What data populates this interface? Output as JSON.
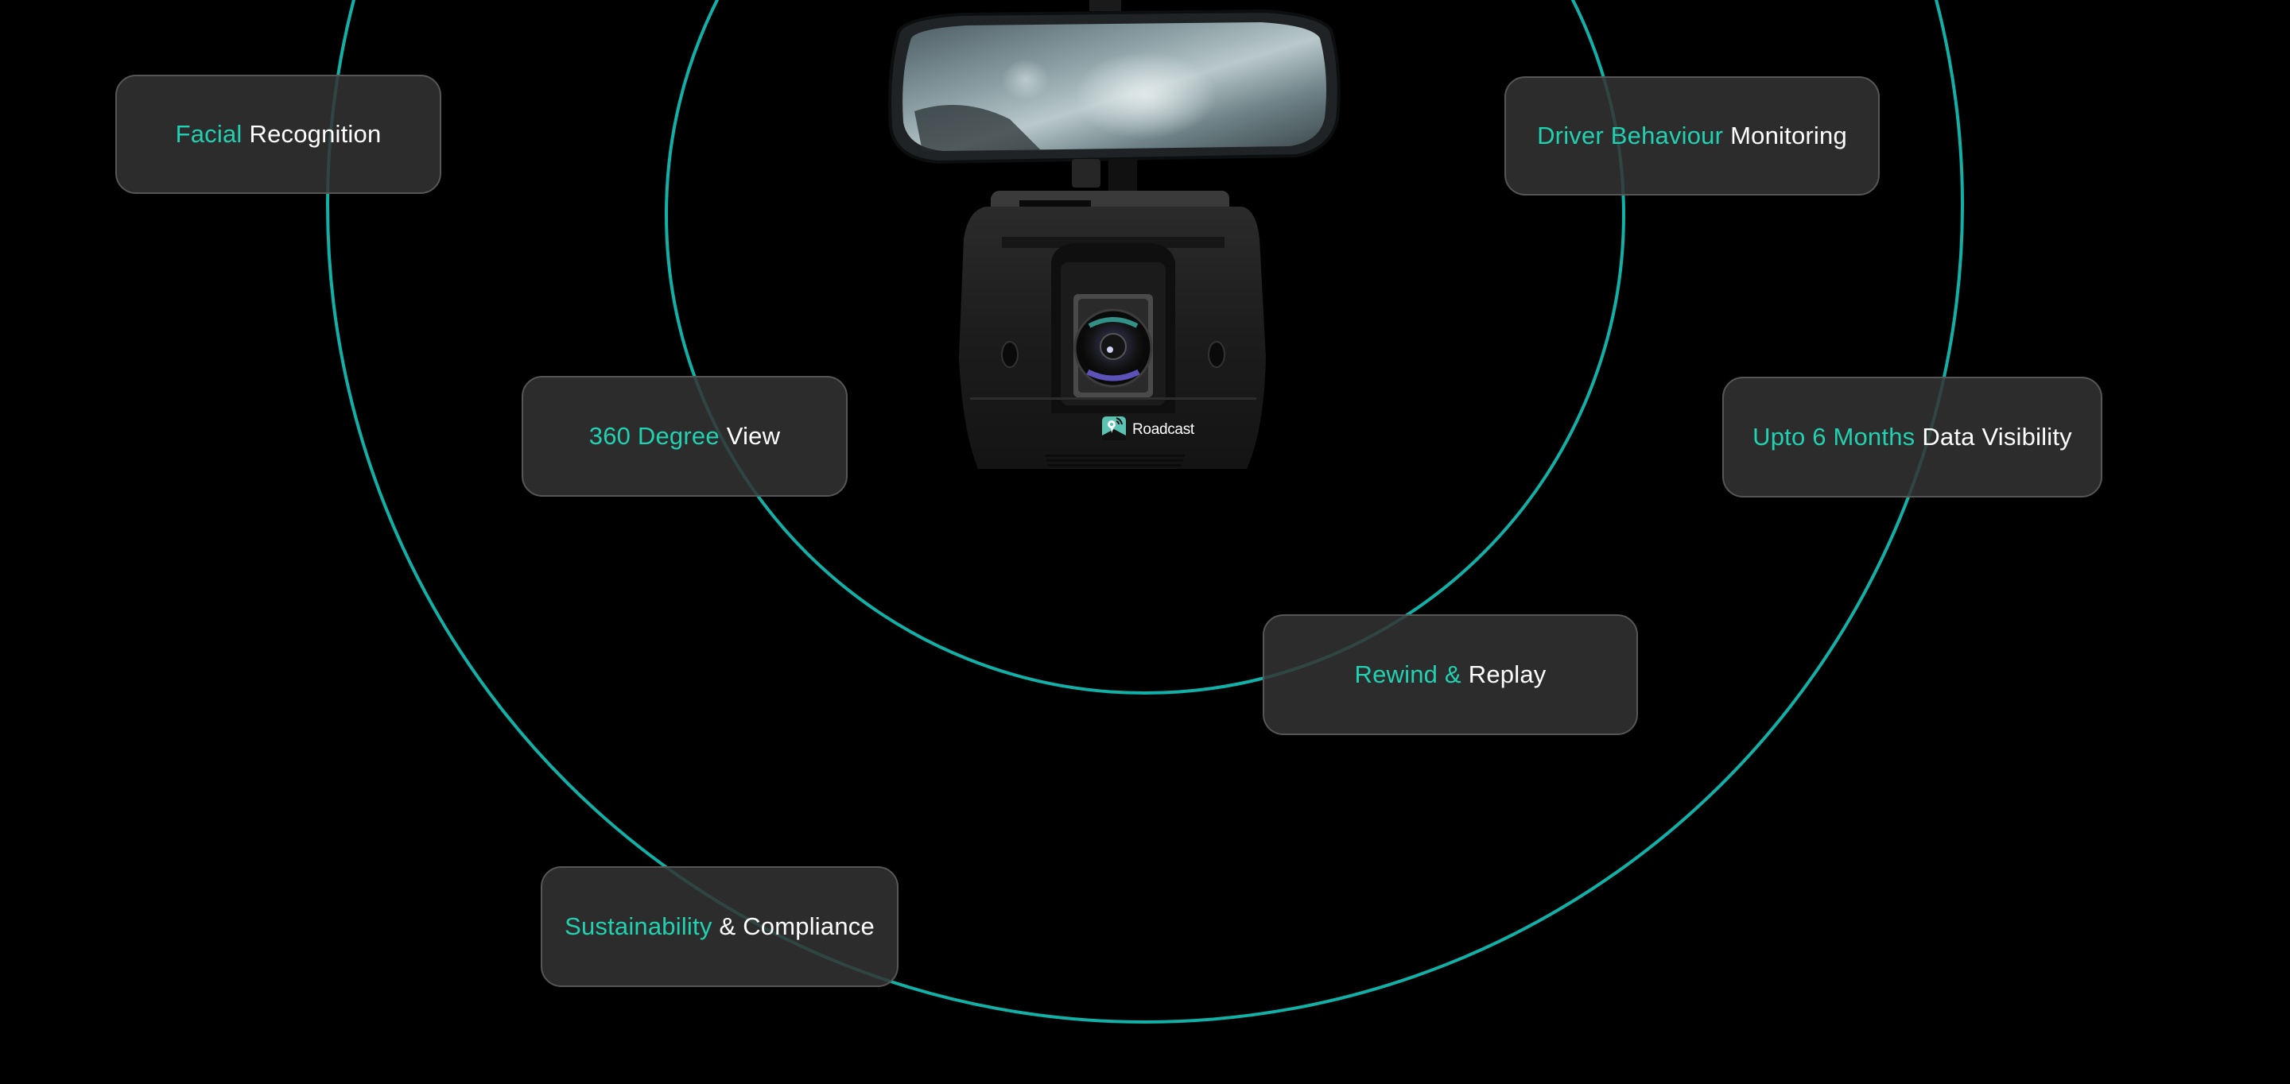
{
  "colors": {
    "background": "#000000",
    "ring": "#12b0a6",
    "accent_text": "#22d1b2",
    "plain_text": "#ffffff",
    "card_fill": "#333333",
    "card_border": "#565656"
  },
  "device": {
    "brand": "Roadcast",
    "icon": "map-pin-signal-icon"
  },
  "features": [
    {
      "accent": "Facial",
      "plain": "Recognition"
    },
    {
      "accent": "Driver Behaviour",
      "plain": "Monitoring"
    },
    {
      "accent": "360 Degree",
      "plain": "View"
    },
    {
      "accent": "Upto 6 Months",
      "plain": "Data Visibility"
    },
    {
      "accent": "Rewind &",
      "plain": "Replay"
    },
    {
      "accent": "Sustainability",
      "plain": "& Compliance"
    }
  ]
}
